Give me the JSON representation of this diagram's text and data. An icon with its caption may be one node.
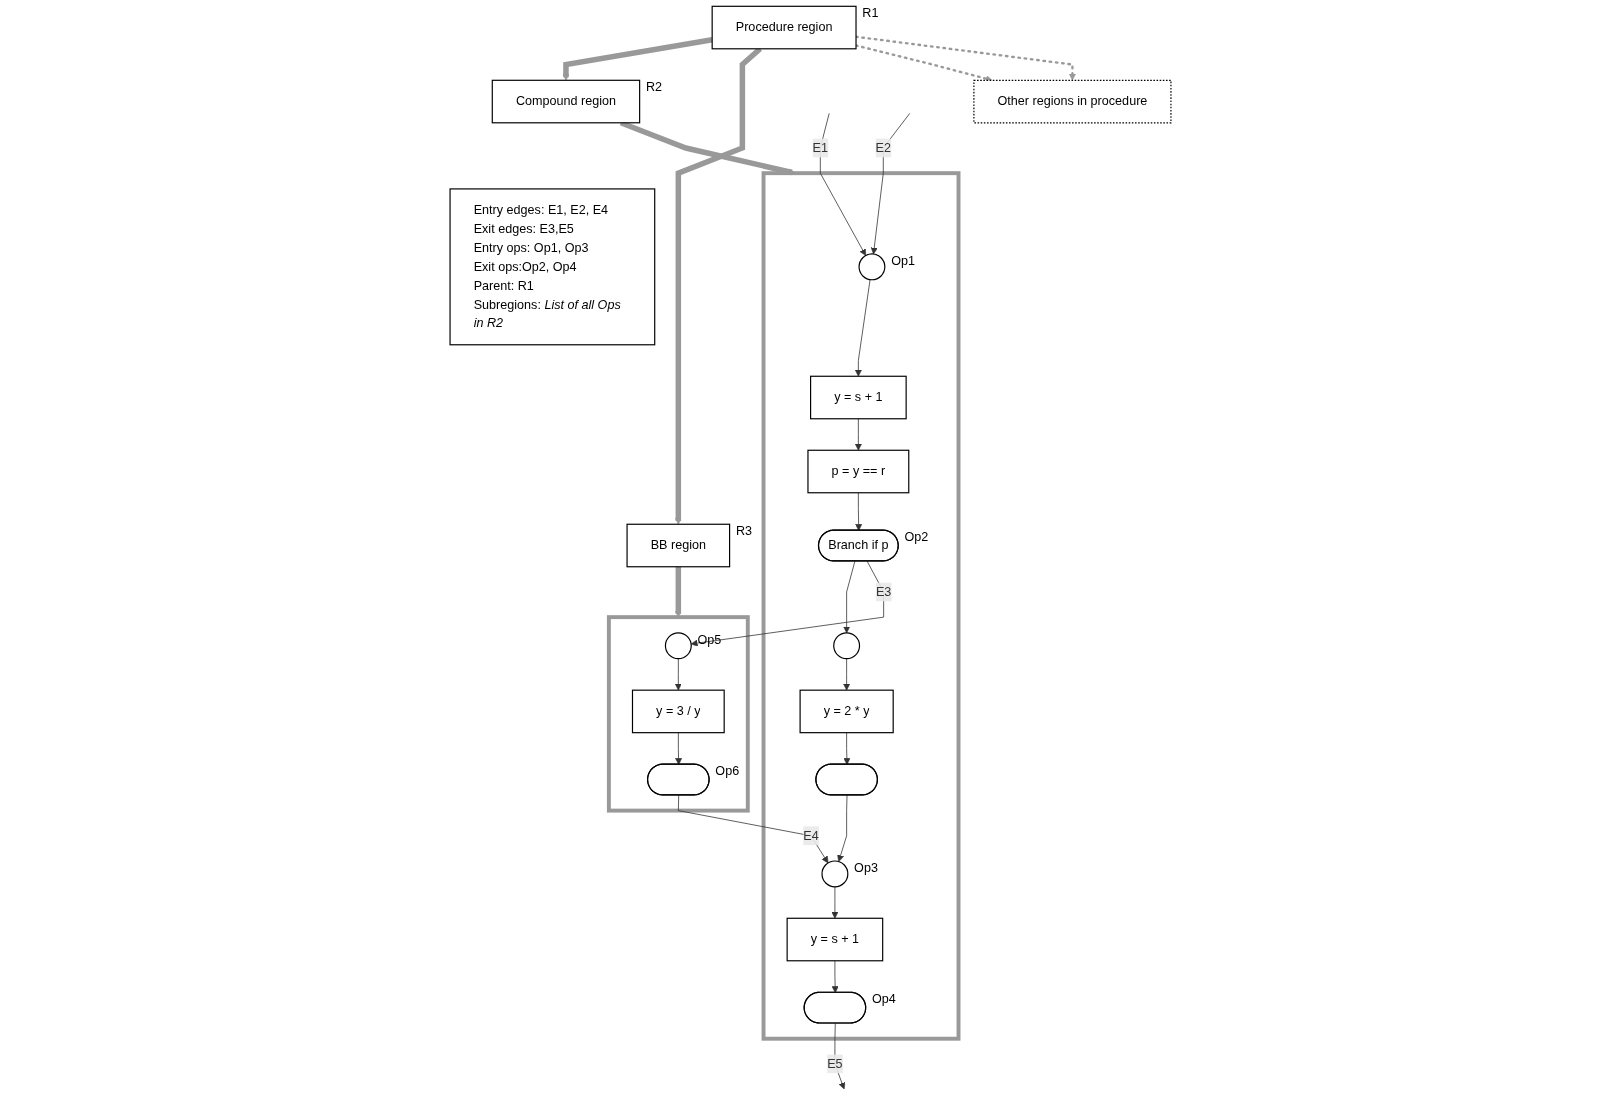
{
  "diagram": {
    "nodes": [
      {
        "text": [
          "Procedure region"
        ],
        "beside": [
          "R1"
        ]
      },
      {
        "text": [
          "Compound region"
        ],
        "beside": [
          "R2"
        ]
      },
      {
        "text": [
          "Entry edges: E1, E2, E4",
          "Exit edges: E3,E5",
          "Entry ops: Op1, Op3",
          "Exit ops:Op2, Op4",
          "Parent: R1",
          "Subregions: *List of all Ops in R2*"
        ]
      },
      {
        "text": [
          "Other regions in procedure"
        ]
      },
      {
        "text": [
          "BB region"
        ],
        "beside": [
          "R3"
        ]
      },
      {
        "text": [],
        "shape": "box"
      },
      {
        "text": [],
        "shape": "box"
      },
      {
        "text": [],
        "shape": "circle",
        "in": 5,
        "beside": [
          "Op1"
        ]
      },
      {
        "text": [
          "y = s + 1"
        ],
        "in": 5
      },
      {
        "text": [
          "p = y == r"
        ],
        "in": 5
      },
      {
        "text": [
          "Branch if p"
        ],
        "in": 5,
        "beside": [
          "Op2"
        ]
      },
      {
        "text": [],
        "shape": "circle",
        "in": 5
      },
      {
        "text": [
          "y = 2 * y"
        ],
        "in": 5
      },
      {
        "text": [],
        "shape": "ellipse",
        "in": 5
      },
      {
        "text": [],
        "shape": "circle",
        "in": 5,
        "beside": [
          "Op3"
        ]
      },
      {
        "text": [
          "y = s + 1"
        ],
        "in": 5
      },
      {
        "text": [],
        "shape": "ellipse",
        "in": 5,
        "beside": [
          "Op4"
        ]
      },
      {
        "text": [],
        "shape": "circle",
        "in": 6,
        "beside": [
          "Op5"
        ]
      },
      {
        "text": [
          "y = 3 / y"
        ],
        "in": 6
      },
      {
        "text": [],
        "shape": "ellipse",
        "in": 6,
        "beside": [
          "Op6"
        ]
      }
    ],
    "edges": [
      {
        "from": 0,
        "to": 1,
        "arrow": "to",
        "style": "thick",
        "color": "#999999"
      },
      {
        "from": 0,
        "to": 4,
        "arrow": "to",
        "style": "thick",
        "color": "#999999"
      },
      {
        "from": 0,
        "to": 3,
        "arrow": "to",
        "style": "dashed",
        "color": "#999999"
      },
      {
        "from": 0,
        "to": 3,
        "arrow": "to",
        "style": "dashed",
        "color": "#999999"
      },
      {
        "from": 1,
        "to": 5,
        "arrow": "to",
        "style": "thick",
        "color": "#999999"
      },
      {
        "from": 4,
        "to": 6,
        "arrow": "to",
        "style": "thick",
        "color": "#999999"
      },
      {
        "from": null,
        "to": 7,
        "arrow": "to",
        "label": "E1"
      },
      {
        "from": null,
        "to": 7,
        "arrow": "to",
        "label": "E2"
      },
      {
        "from": 7,
        "to": 8,
        "arrow": "to"
      },
      {
        "from": 8,
        "to": 9,
        "arrow": "to"
      },
      {
        "from": 9,
        "to": 10,
        "arrow": "to"
      },
      {
        "from": 10,
        "to": 11,
        "arrow": "to"
      },
      {
        "from": 10,
        "to": 17,
        "arrow": "to",
        "label": "E3"
      },
      {
        "from": 11,
        "to": 12,
        "arrow": "to"
      },
      {
        "from": 12,
        "to": 13,
        "arrow": "to"
      },
      {
        "from": 13,
        "to": 14,
        "arrow": "to"
      },
      {
        "from": 19,
        "to": 14,
        "arrow": "to",
        "label": "E4"
      },
      {
        "from": 14,
        "to": 15,
        "arrow": "to"
      },
      {
        "from": 15,
        "to": 16,
        "arrow": "to"
      },
      {
        "from": 16,
        "to": null,
        "arrow": "to",
        "label": "E5"
      },
      {
        "from": 17,
        "to": 18,
        "arrow": "to"
      },
      {
        "from": 18,
        "to": 19,
        "arrow": "to"
      }
    ]
  }
}
